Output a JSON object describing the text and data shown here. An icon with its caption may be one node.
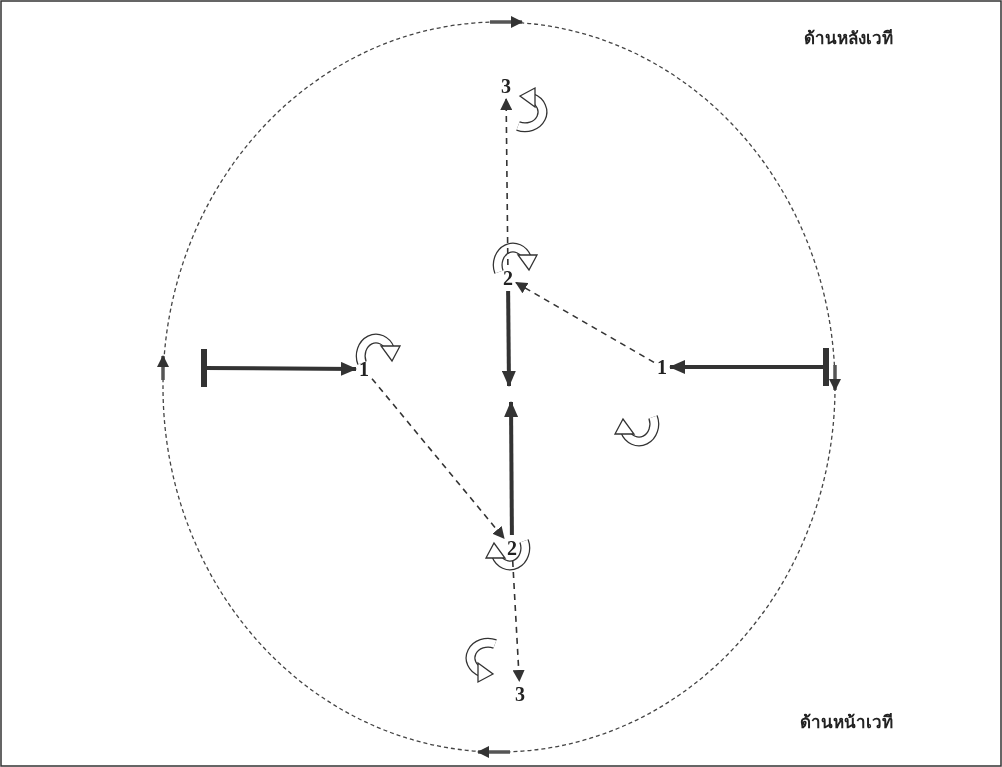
{
  "diagram": {
    "nodes": [
      {
        "text": [
          "3"
        ]
      },
      {
        "text": [
          "2"
        ]
      },
      {
        "text": [
          "1"
        ]
      },
      {
        "text": [
          "1"
        ]
      },
      {
        "text": [
          "2"
        ]
      },
      {
        "text": [
          "3"
        ]
      }
    ],
    "edges": [
      {
        "from": null,
        "to": 2,
        "arrow": "to",
        "style": "thick"
      },
      {
        "from": null,
        "to": 3,
        "arrow": "to",
        "style": "thick"
      },
      {
        "from": 2,
        "to": 4,
        "arrow": "to",
        "style": "dashed"
      },
      {
        "from": 3,
        "to": 1,
        "arrow": "to",
        "style": "dashed"
      },
      {
        "from": 1,
        "to": 0,
        "arrow": "to",
        "style": "dashed"
      },
      {
        "from": 4,
        "to": 5,
        "arrow": "to",
        "style": "dashed"
      },
      {
        "from": 1,
        "to": null,
        "arrow": "to",
        "style": "thick"
      },
      {
        "from": 4,
        "to": null,
        "arrow": "to",
        "style": "thick"
      }
    ],
    "labels": [
      "ด้านหลังเวที",
      "ด้านหน้าเวที"
    ]
  }
}
